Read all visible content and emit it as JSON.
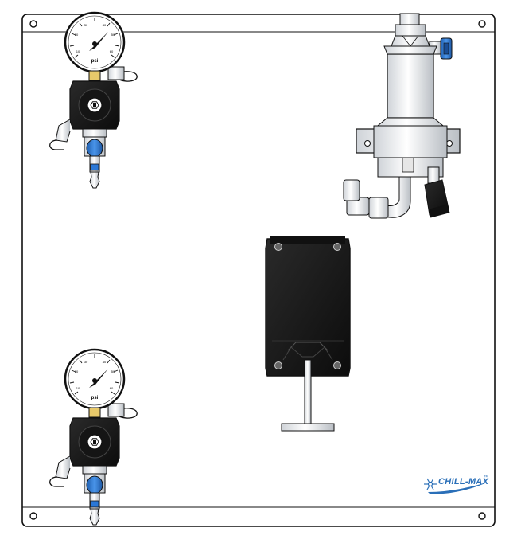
{
  "panel": {
    "gauge_unit_label": "psi",
    "gauge_ticks": [
      "10",
      "20",
      "30",
      "40",
      "50",
      "60"
    ],
    "regulators": [
      {
        "id": "top-regulator"
      },
      {
        "id": "bottom-regulator"
      }
    ]
  },
  "brand": {
    "name": "CHILL-MAX",
    "trademark": "™"
  },
  "colors": {
    "outline": "#111111",
    "regulator_body": "#1a1a1a",
    "valve_blue": "#2a77d6",
    "brass": "#e8c96a",
    "brand_blue": "#2a6fb8"
  }
}
